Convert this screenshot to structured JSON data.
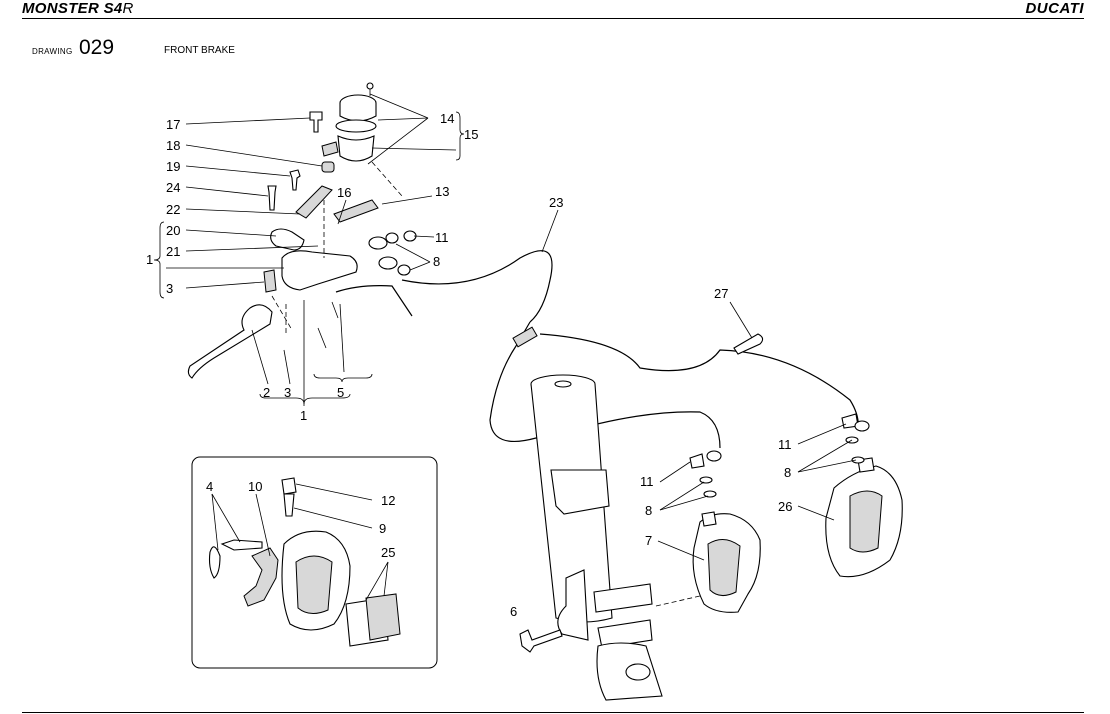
{
  "header": {
    "model_prefix": "MONSTER S",
    "model_digit": "4",
    "model_suffix": "R",
    "brand": "DUCATI"
  },
  "drawing": {
    "label": "DRAWING",
    "number": "029",
    "title": "FRONT BRAKE"
  },
  "callouts": {
    "c17": "17",
    "c18": "18",
    "c19": "19",
    "c24": "24",
    "c22": "22",
    "c20": "20",
    "c21": "21",
    "c1a": "1",
    "c3a": "3",
    "c14": "14",
    "c15": "15",
    "c16": "16",
    "c13": "13",
    "c11a": "11",
    "c8a": "8",
    "c23": "23",
    "c2": "2",
    "c3b": "3",
    "c5": "5",
    "c1b": "1",
    "c27": "27",
    "c11b": "11",
    "c8b": "8",
    "c26": "26",
    "c11c": "11",
    "c8c": "8",
    "c7": "7",
    "c6": "6",
    "c4": "4",
    "c10": "10",
    "c12": "12",
    "c9": "9",
    "c25": "25"
  }
}
